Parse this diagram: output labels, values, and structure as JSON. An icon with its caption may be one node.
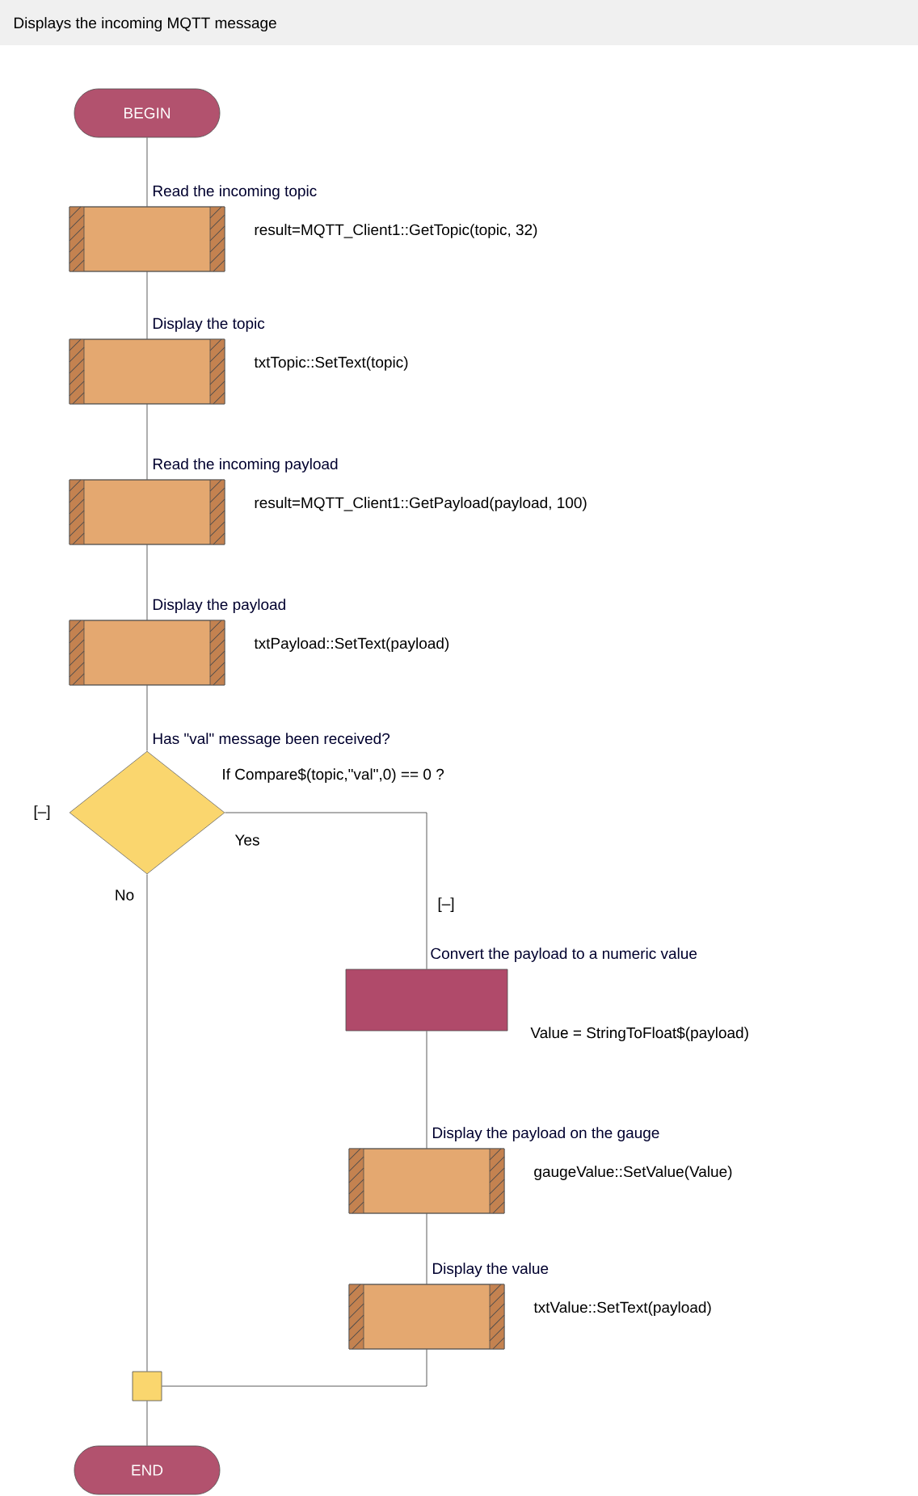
{
  "diagram": {
    "title": "Displays the incoming MQTT message",
    "nodes": [
      {
        "text": [
          "BEGIN"
        ]
      },
      {
        "text": [
          "Read the incoming topic"
        ],
        "beside": [
          "result=MQTT_Client1::GetTopic(topic, 32)"
        ]
      },
      {
        "text": [
          "Display the topic"
        ],
        "beside": [
          "txtTopic::SetText(topic)"
        ]
      },
      {
        "text": [
          "Read the incoming payload"
        ],
        "beside": [
          "result=MQTT_Client1::GetPayload(payload, 100)"
        ]
      },
      {
        "text": [
          "Display the payload"
        ],
        "beside": [
          "txtPayload::SetText(payload)"
        ]
      },
      {
        "text": [
          "Has \"val\" message been received?"
        ],
        "beside": [
          "If  Compare$(topic,\"val\",0) == 0 ?"
        ]
      },
      {
        "text": [
          "Convert the payload to a numeric value"
        ],
        "beside": [
          "Value = StringToFloat$(payload)"
        ]
      },
      {
        "text": [
          "Display the payload on the gauge"
        ],
        "beside": [
          "gaugeValue::SetValue(Value)"
        ]
      },
      {
        "text": [
          "Display the value"
        ],
        "beside": [
          "txtValue::SetText(payload)"
        ]
      },
      {
        "text": [],
        "shape": "box"
      },
      {
        "text": [
          "END"
        ]
      }
    ],
    "edges": [
      {
        "from": 0,
        "to": 1,
        "arrow": "none"
      },
      {
        "from": 1,
        "to": 2,
        "arrow": "none"
      },
      {
        "from": 2,
        "to": 3,
        "arrow": "none"
      },
      {
        "from": 3,
        "to": 4,
        "arrow": "none"
      },
      {
        "from": 4,
        "to": 5,
        "arrow": "none"
      },
      {
        "from": 5,
        "to": 6,
        "arrow": "none",
        "label": "Yes"
      },
      {
        "from": 6,
        "to": 7,
        "arrow": "none"
      },
      {
        "from": 7,
        "to": 8,
        "arrow": "none"
      },
      {
        "from": 8,
        "to": 9,
        "arrow": "none"
      },
      {
        "from": 5,
        "to": 9,
        "arrow": "none",
        "label": "No"
      },
      {
        "from": 9,
        "to": 10,
        "arrow": "none"
      }
    ],
    "labels": [
      "[–]",
      "[–]"
    ]
  }
}
